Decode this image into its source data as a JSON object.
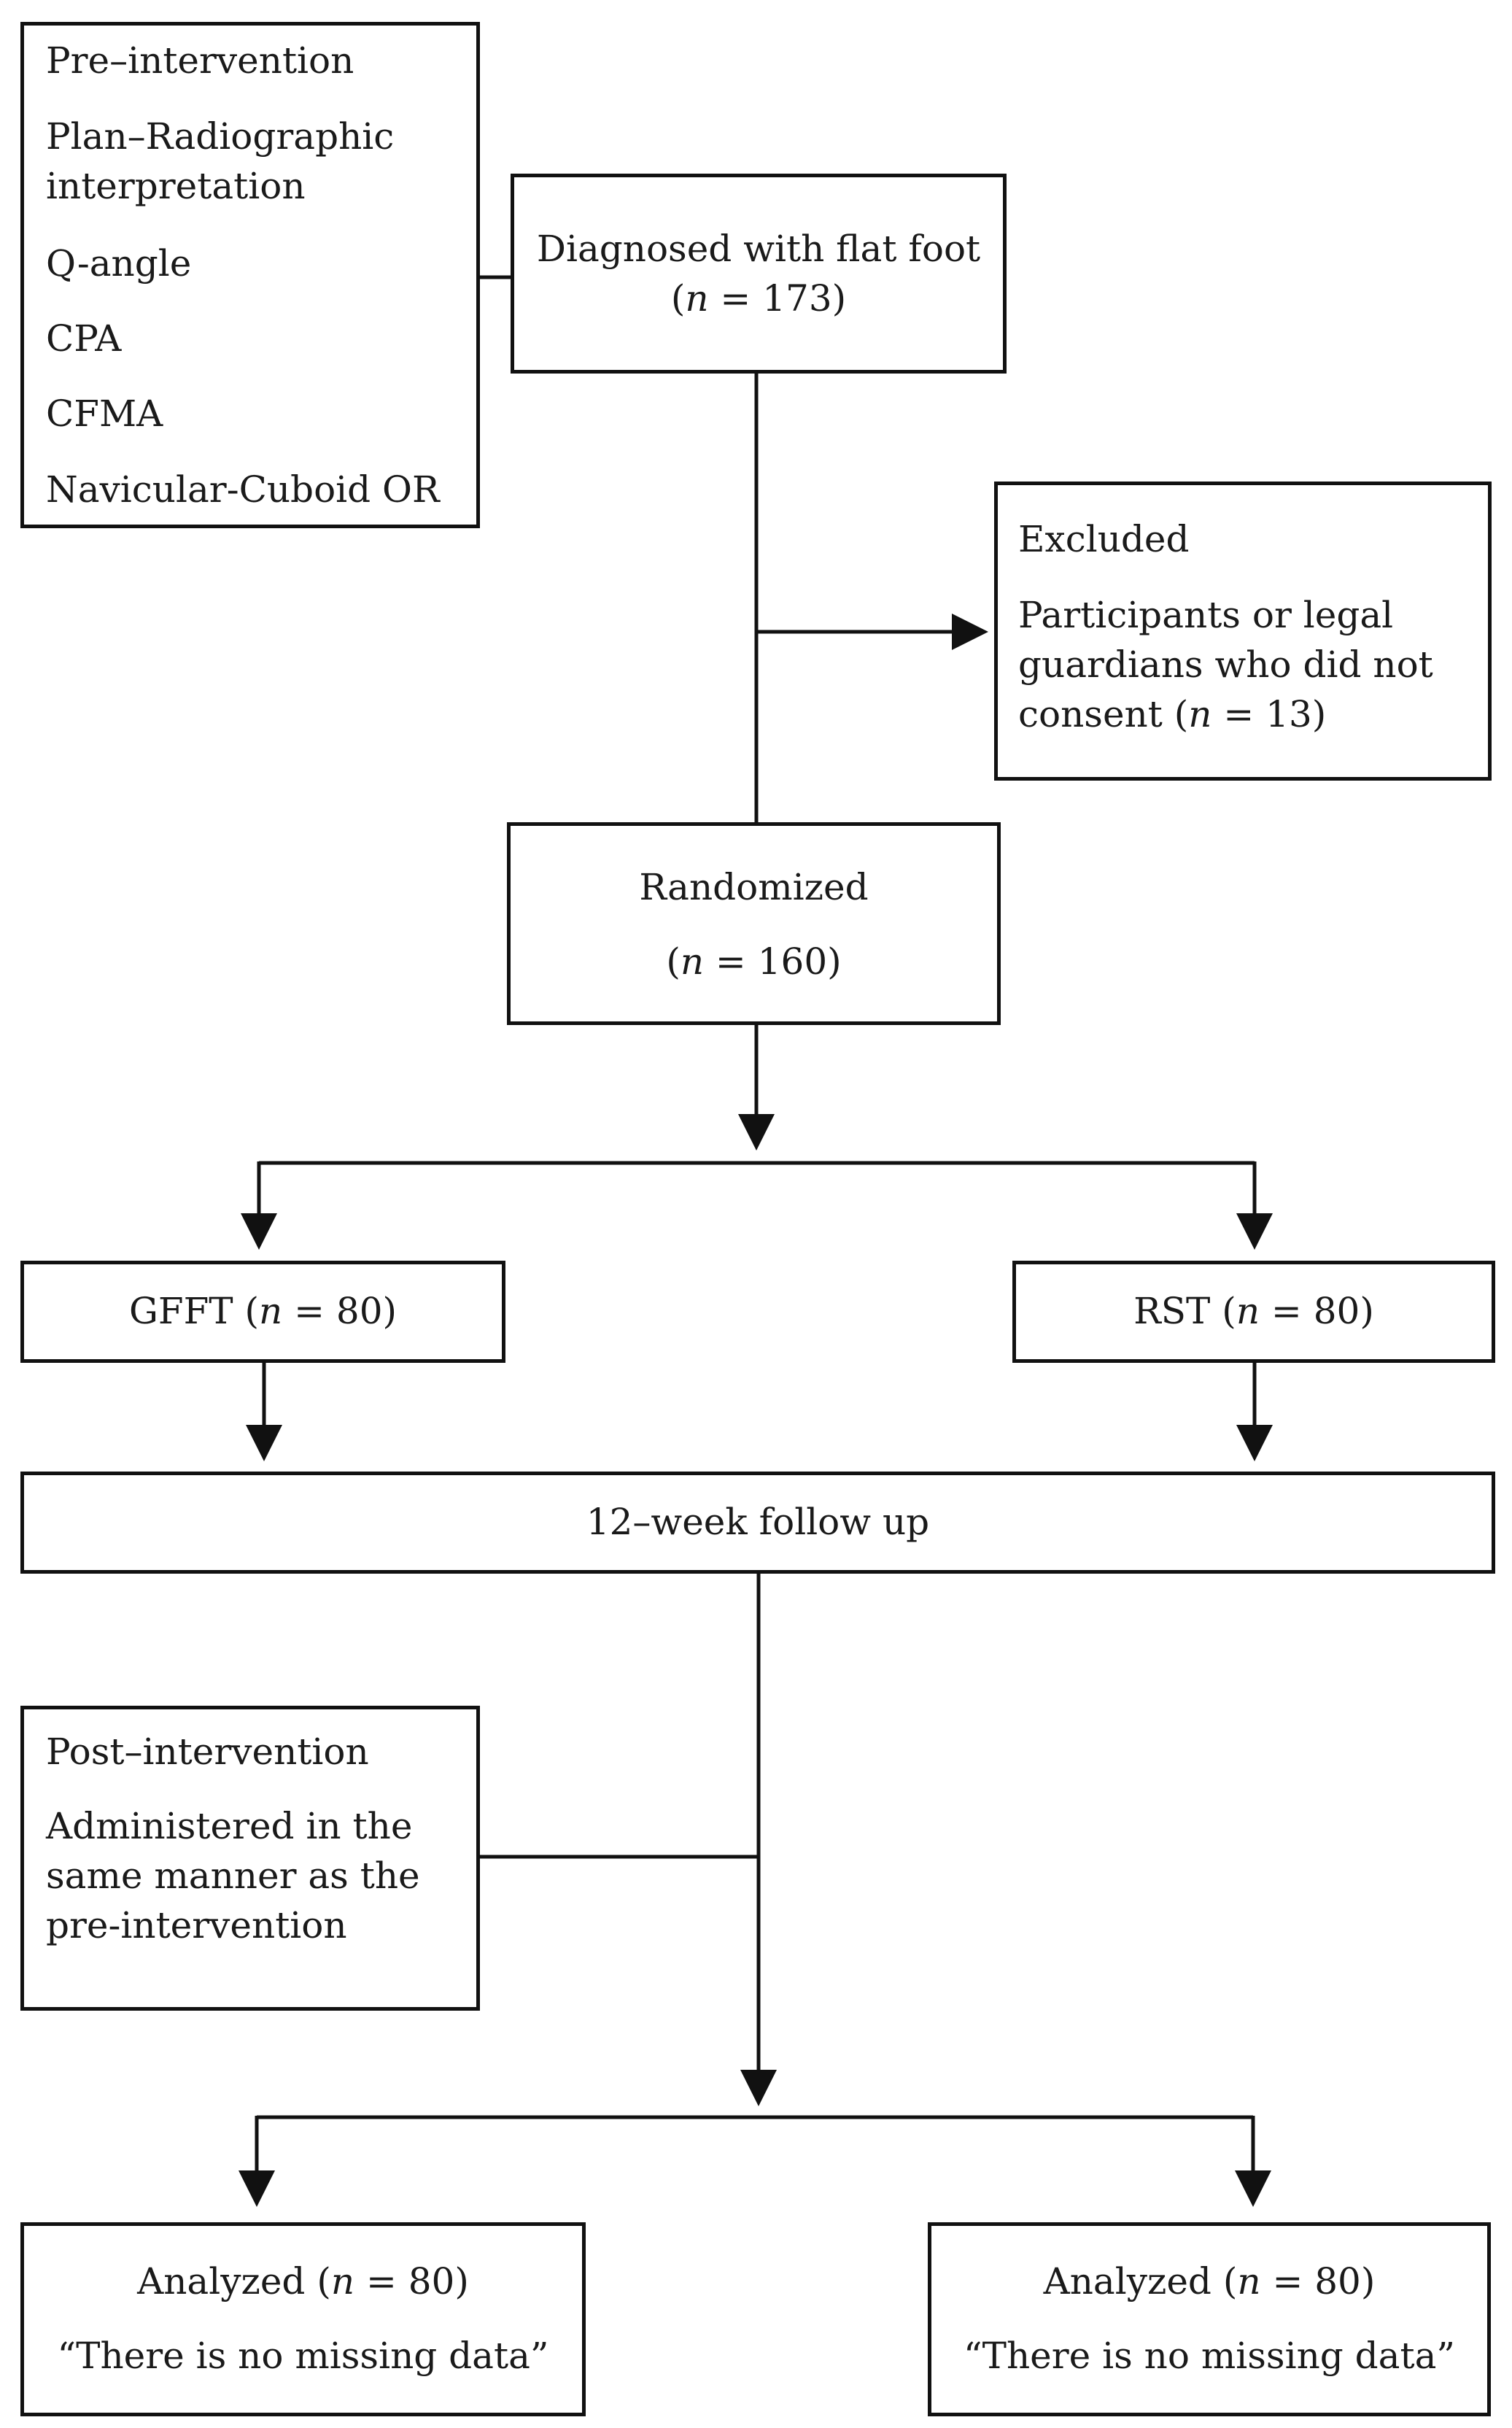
{
  "pre": {
    "title": "Pre–intervention",
    "items": [
      "Plan–Radiographic",
      "interpretation",
      "Q-angle",
      "CPA",
      "CFMA",
      "Navicular-Cuboid OR"
    ]
  },
  "diagnosed": {
    "label": "Diagnosed with flat foot",
    "n": "173"
  },
  "excluded": {
    "title": "Excluded",
    "lines": [
      "Participants or legal",
      "guardians who did not",
      "consent ("
    ],
    "n": "13"
  },
  "randomized": {
    "label": "Randomized",
    "n": "160"
  },
  "gfft": {
    "label": "GFFT",
    "n": "80"
  },
  "rst": {
    "label": "RST",
    "n": "80"
  },
  "followup": {
    "label": "12–week follow up"
  },
  "post": {
    "title": "Post–intervention",
    "lines": [
      "Administered in the",
      "same manner as the",
      "pre-intervention"
    ]
  },
  "analyzed_left": {
    "label": "Analyzed",
    "n": "80",
    "note": "“There is no missing data”"
  },
  "analyzed_right": {
    "label": "Analyzed",
    "n": "80",
    "note": "“There is no missing data”"
  },
  "n_symbol": "n",
  "eq": " = "
}
